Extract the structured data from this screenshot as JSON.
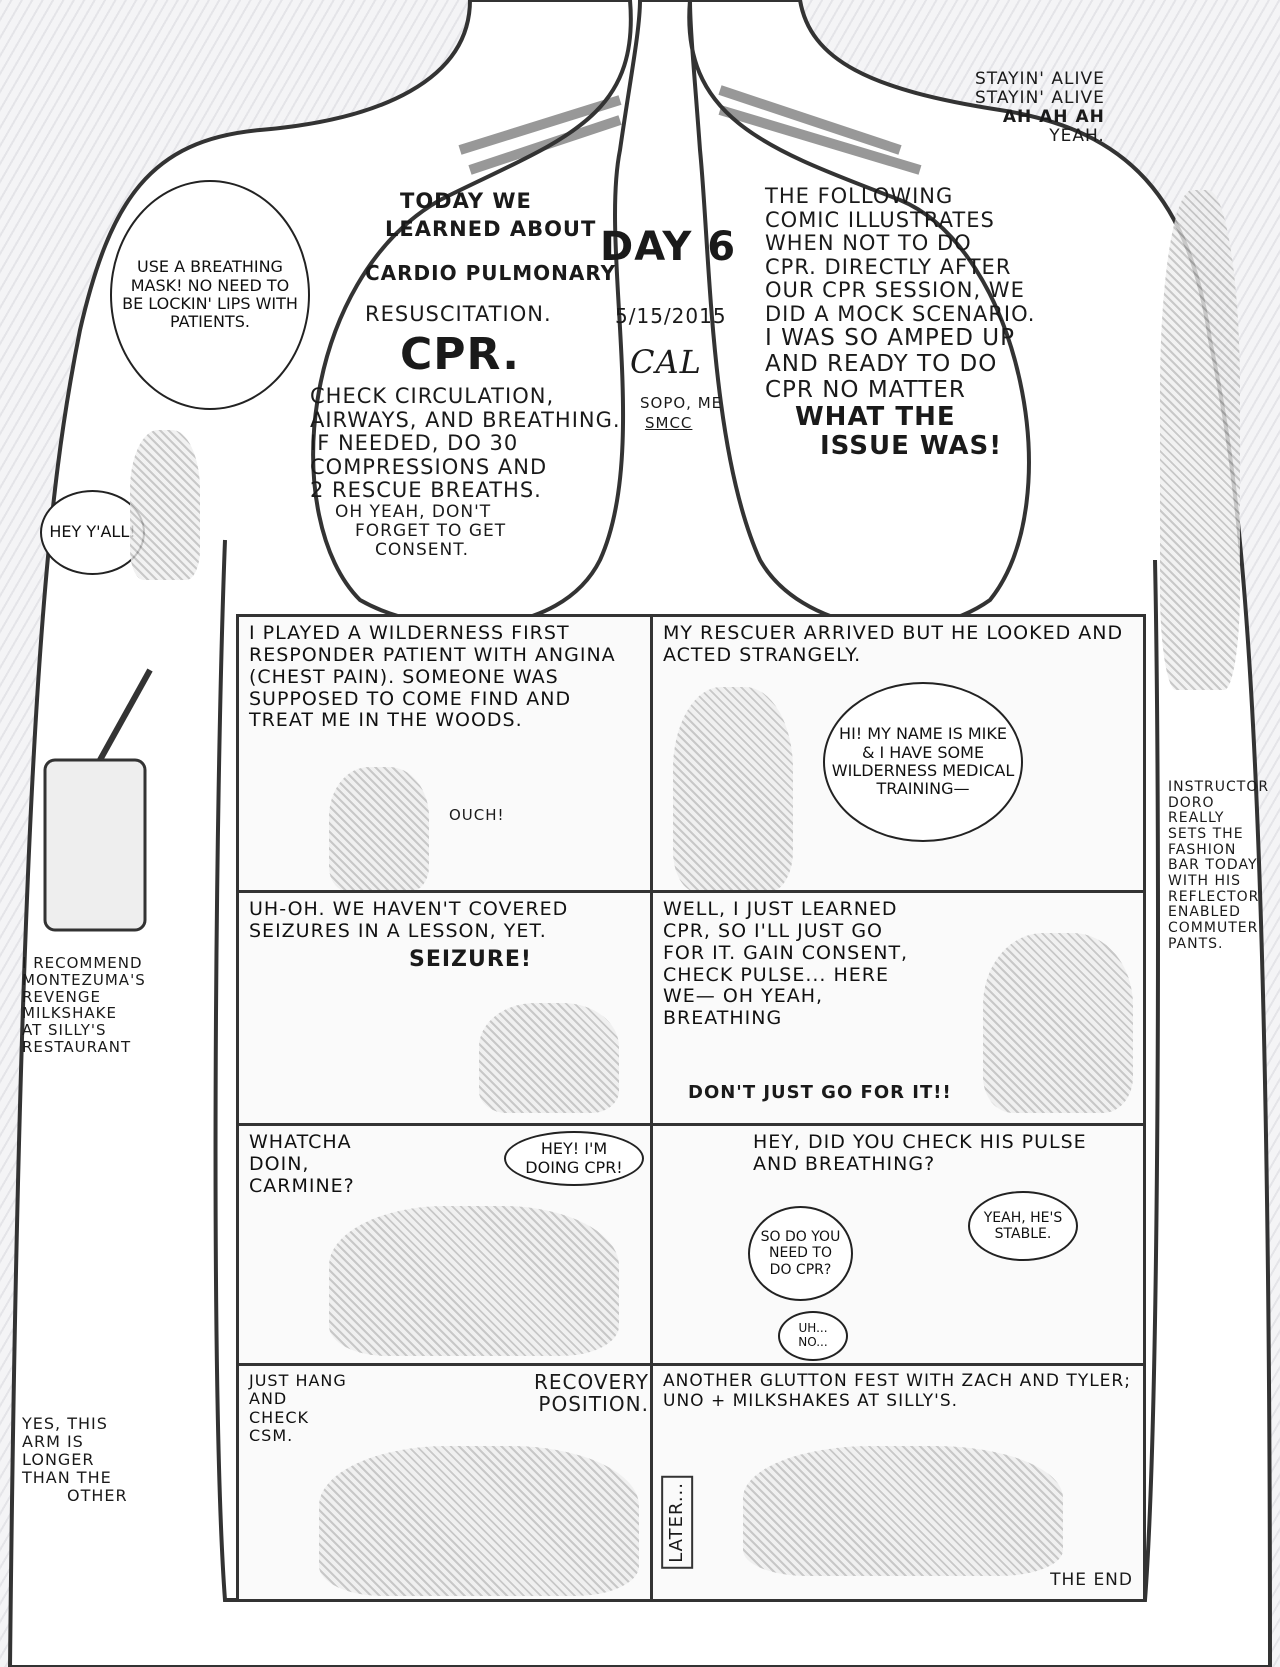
{
  "header": {
    "day": "DAY 6",
    "date": "5/15/2015",
    "signature": "CAL",
    "location": "SoPo, ME",
    "school": "SMCC"
  },
  "left_lung": {
    "lines": [
      "TODAY WE",
      "LEARNED ABOUT",
      "CARDIO PULMONARY",
      "RESUSCITATION."
    ],
    "cpr": "CPR.",
    "body": [
      "CHECK CIRCULATION,",
      "AIRWAYS, AND BREATHING.",
      "IF NEEDED, DO 30",
      "COMPRESSIONS AND",
      "2 RESCUE BREATHS.",
      "OH YEAH, DON'T",
      "FORGET TO GET",
      "CONSENT."
    ]
  },
  "right_lung": {
    "lines": [
      "THE FOLLOWING",
      "COMIC ILLUSTRATES",
      "WHEN NOT TO DO",
      "CPR. DIRECTLY AFTER",
      "OUR CPR SESSION, WE",
      "DID A MOCK SCENARIO.",
      "I WAS SO AMPED UP",
      "AND READY TO DO",
      "CPR NO MATTER"
    ],
    "bold": [
      "WHAT THE",
      "ISSUE WAS!"
    ]
  },
  "left_arm": {
    "mask_bubble": "USE A BREATHING MASK! NO NEED TO BE LOCKIN' LIPS WITH PATIENTS.",
    "hey": "HEY Y'ALL!",
    "recommend": [
      "I RECOMMEND",
      "MONTEZUMA'S",
      "REVENGE",
      "MILKSHAKE",
      "AT SILLY'S",
      "RESTAURANT"
    ],
    "arm_note": [
      "YES, THIS",
      "ARM IS",
      "LONGER",
      "THAN THE",
      "OTHER"
    ]
  },
  "right_arm": {
    "song": [
      "STAYIN' ALIVE",
      "STAYIN' ALIVE",
      "AH AH AH",
      "YEAH."
    ],
    "instructor": [
      "INSTRUCTOR",
      "DORO",
      "REALLY",
      "SETS THE",
      "FASHION",
      "BAR TODAY",
      "WITH HIS",
      "REFLECTOR",
      "ENABLED",
      "COMMUTER",
      "PANTS."
    ]
  },
  "panels": [
    {
      "caption": "I PLAYED A WILDERNESS FIRST RESPONDER PATIENT WITH ANGINA (CHEST PAIN). SOMEONE WAS SUPPOSED TO COME FIND AND TREAT ME IN THE WOODS.",
      "sfx": "OUCH!"
    },
    {
      "caption": "MY RESCUER ARRIVED BUT HE LOOKED AND ACTED STRANGELY.",
      "bubble": "HI! MY NAME IS MIKE & I HAVE SOME WILDERNESS MEDICAL TRAINING—"
    },
    {
      "caption": "UH-OH. WE HAVEN'T COVERED SEIZURES IN A LESSON, YET.",
      "sfx": "SEIZURE!"
    },
    {
      "caption": "WELL, I JUST LEARNED CPR, SO I'LL JUST GO FOR IT. GAIN CONSENT, CHECK PULSE... HERE WE— OH YEAH, BREATHING",
      "sfx": "DON'T JUST GO FOR IT!!"
    },
    {
      "caption": "WHATCHA DOIN, CARMINE?",
      "bubble": "HEY! I'M DOING CPR!"
    },
    {
      "caption": "HEY, DID YOU CHECK HIS PULSE AND BREATHING?",
      "bubble": "YEAH, HE'S STABLE.",
      "bubble2": "SO DO YOU NEED TO DO CPR?",
      "bubble3": "UH... NO..."
    },
    {
      "caption": "JUST HANG AND CHECK CSM.",
      "sfx": "RECOVERY POSITION."
    },
    {
      "caption": "ANOTHER GLUTTON FEST WITH ZACH AND TYLER; UNO + MILKSHAKES AT SILLY'S.",
      "sign": "LATER...",
      "end": "THE END"
    }
  ]
}
